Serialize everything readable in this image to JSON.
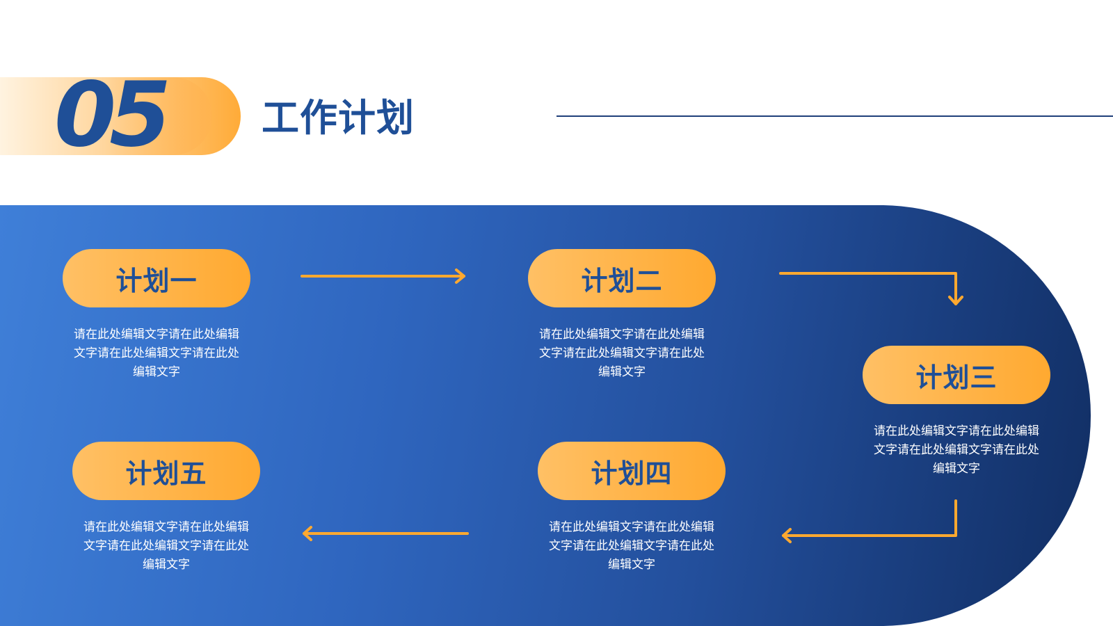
{
  "header": {
    "section_number": "05",
    "title": "工作计划"
  },
  "colors": {
    "primary_blue": "#1f4f97",
    "accent_orange": "#ffa930",
    "panel_dark": "#112e63",
    "panel_light": "#3f7fd8"
  },
  "steps": [
    {
      "label": "计划一",
      "description": "请在此处编辑文字请在此处编辑文字请在此处编辑文字请在此处编辑文字"
    },
    {
      "label": "计划二",
      "description": "请在此处编辑文字请在此处编辑文字请在此处编辑文字请在此处编辑文字"
    },
    {
      "label": "计划三",
      "description": "请在此处编辑文字请在此处编辑文字请在此处编辑文字请在此处编辑文字"
    },
    {
      "label": "计划四",
      "description": "请在此处编辑文字请在此处编辑文字请在此处编辑文字请在此处编辑文字"
    },
    {
      "label": "计划五",
      "description": "请在此处编辑文字请在此处编辑文字请在此处编辑文字请在此处编辑文字"
    }
  ],
  "flow": [
    "arrow-right",
    "arrow-right-down",
    "arrow-down-left",
    "arrow-left"
  ]
}
